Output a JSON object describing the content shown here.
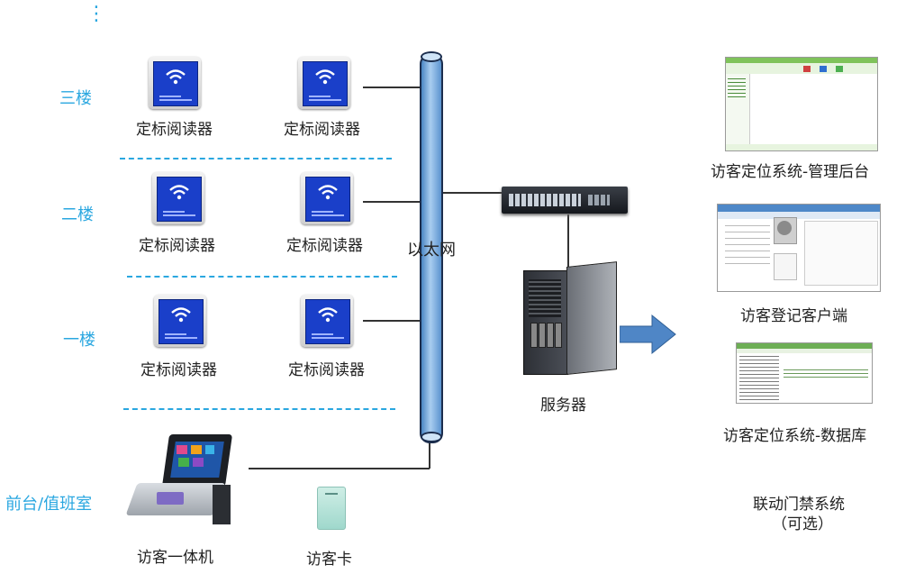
{
  "top_dots": "⋮",
  "floors": {
    "third": "三楼",
    "second": "二楼",
    "first": "一楼",
    "front": "前台/值班室"
  },
  "reader_label": "定标阅读器",
  "ethernet_label": "以太网",
  "server_label": "服务器",
  "kiosk_label": "访客一体机",
  "card_label": "访客卡",
  "systems": {
    "admin": "访客定位系统-管理后台",
    "client": "访客登记客户端",
    "database": "访客定位系统-数据库",
    "access_line1": "联动门禁系统",
    "access_line2": "（可选）"
  },
  "colors": {
    "floor_text": "#2aa7e0",
    "reader_screen": "#1a3fc9",
    "pipe": "#6ea6d8",
    "arrow": "#4f86c6"
  }
}
